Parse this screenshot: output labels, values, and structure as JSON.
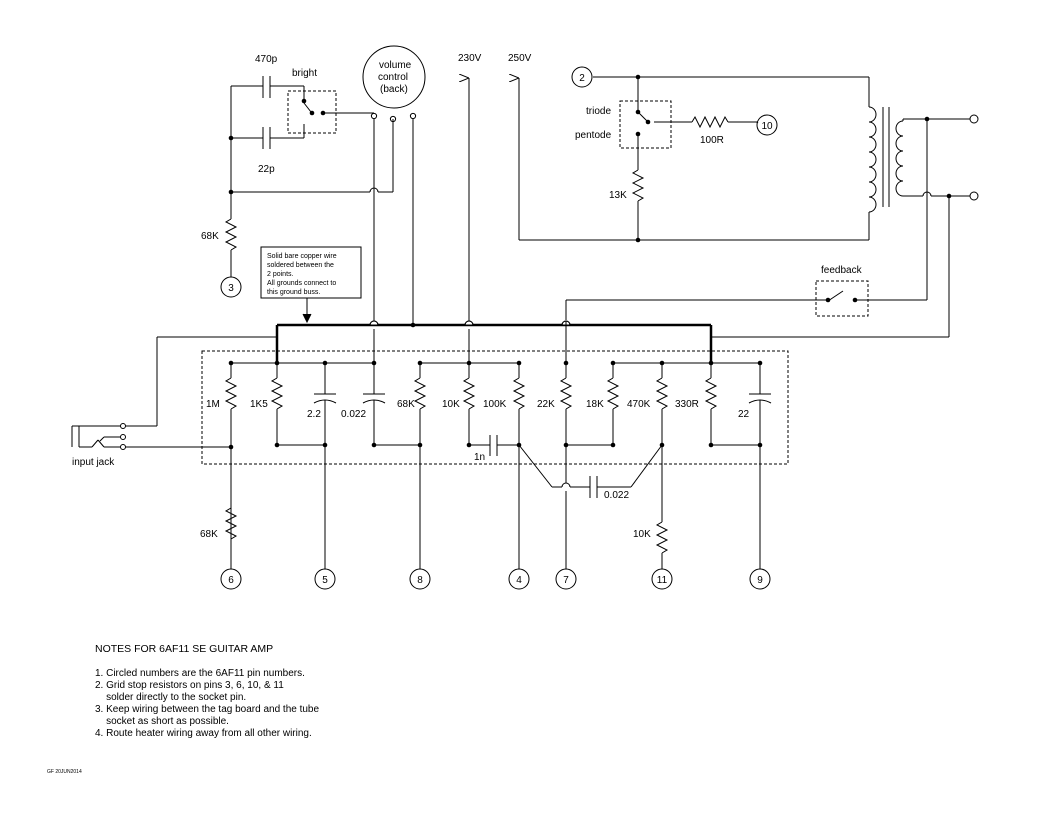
{
  "title": "",
  "labels": {
    "cap_470p": "470p",
    "bright": "bright",
    "cap_22p": "22p",
    "pot_line1": "volume",
    "pot_line2": "control",
    "pot_line3": "(back)",
    "v230": "230V",
    "v250": "250V",
    "triode": "triode",
    "pentode": "pentode",
    "r_100R": "100R",
    "r_13K": "13K",
    "r_68K_top": "68K",
    "feedback": "feedback",
    "bus_note": [
      "Solid bare copper wire",
      "soldered between the",
      "2 points.",
      "All grounds connect to",
      "this ground buss."
    ],
    "input_jack": "input jack",
    "r_1M": "1M",
    "r_1K5": "1K5",
    "c_2_2": "2.2",
    "c_0_022a": "0.022",
    "r_68K_mid": "68K",
    "r_10K_mid": "10K",
    "r_100K": "100K",
    "r_22K": "22K",
    "r_18K": "18K",
    "r_470K": "470K",
    "r_330R": "330R",
    "c_22": "22",
    "c_1n": "1n",
    "c_0_022b": "0.022",
    "r_68K_bot": "68K",
    "r_10K_bot": "10K"
  },
  "pins": {
    "p2": "2",
    "p3": "3",
    "p10": "10",
    "p6": "6",
    "p5": "5",
    "p8": "8",
    "p4": "4",
    "p7": "7",
    "p11": "11",
    "p9": "9"
  },
  "notes": {
    "title": "NOTES FOR 6AF11 SE GUITAR AMP",
    "items": [
      "1. Circled numbers are the 6AF11 pin numbers.",
      "2. Grid stop resistors on pins 3, 6, 10, & 11",
      "    solder directly to the socket pin.",
      "3. Keep wiring between the tag board and the tube",
      "    socket as short as possible.",
      "4. Route heater wiring away from all other wiring."
    ]
  },
  "footer": "GF 20JUN2014"
}
